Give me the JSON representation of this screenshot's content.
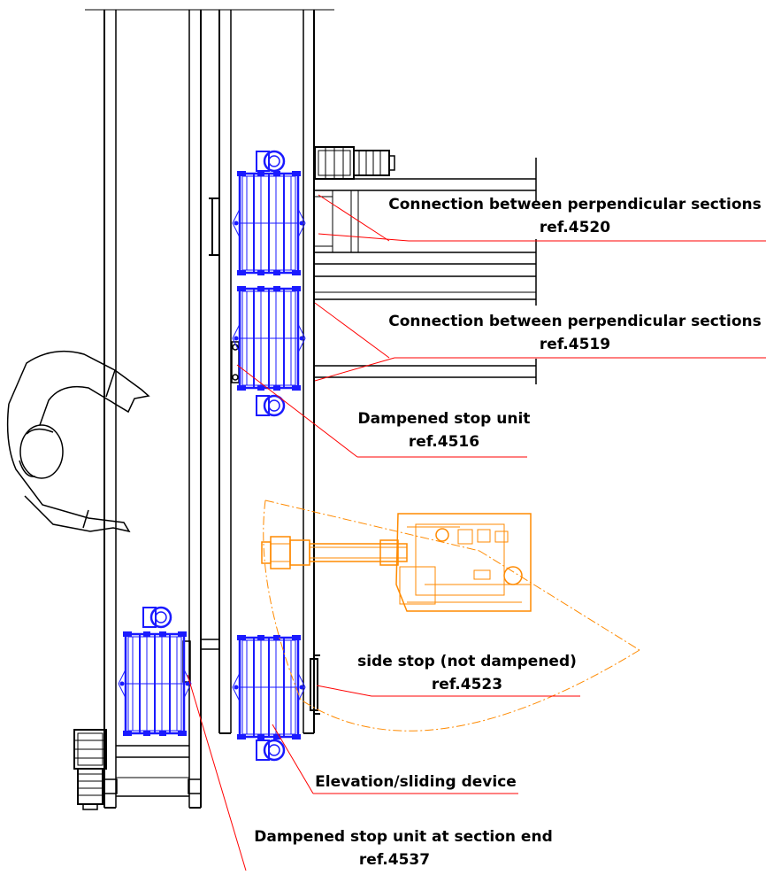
{
  "colors": {
    "frame": "#000000",
    "carrier": "#1a1aff",
    "robot": "#ff8a00",
    "leader": "#ff0000",
    "operator": "#000000"
  },
  "callouts": [
    {
      "id": "conn-4520",
      "text": "Connection between perpendicular sections",
      "ref": "ref.4520"
    },
    {
      "id": "conn-4519",
      "text": "Connection between perpendicular sections",
      "ref": "ref.4519"
    },
    {
      "id": "stop-4516",
      "text": "Dampened stop unit",
      "ref": "ref.4516"
    },
    {
      "id": "side-4523",
      "text": "side stop (not dampened)",
      "ref": "ref.4523"
    },
    {
      "id": "elevation",
      "text": "Elevation/sliding device",
      "ref": ""
    },
    {
      "id": "stop-4537",
      "text": "Dampened stop unit at section end",
      "ref": "ref.4537"
    }
  ],
  "icons": {
    "motor": "geared-motor-icon",
    "robot": "robot-arm-icon",
    "operator": "operator-figure-icon",
    "carrier": "pallet-carrier-icon"
  }
}
